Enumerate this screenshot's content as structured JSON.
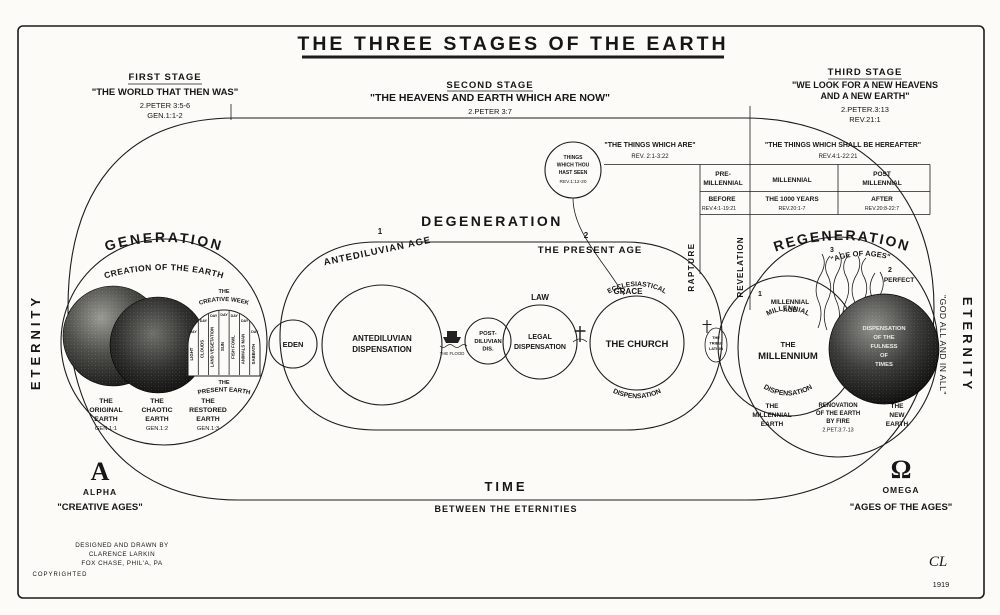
{
  "frame": {
    "title": "THE THREE STAGES OF THE EARTH"
  },
  "stages": {
    "first": {
      "title": "FIRST STAGE",
      "subtitle": "\"THE WORLD THAT THEN WAS\"",
      "ref1": "2.PETER 3:5-6",
      "ref2": "GEN.1:1-2"
    },
    "second": {
      "title": "SECOND STAGE",
      "subtitle": "\"THE HEAVENS AND EARTH WHICH ARE NOW\"",
      "ref1": "2.PETER 3:7"
    },
    "third": {
      "title": "THIRD STAGE",
      "subtitle1": "\"WE LOOK FOR A NEW HEAVENS",
      "subtitle2": "AND A NEW EARTH\"",
      "ref1": "2.PETER.3:13",
      "ref2": "REV.21:1"
    }
  },
  "eternity": {
    "left": "ETERNITY",
    "right": "ETERNITY",
    "god_all": "\"GOD ALL AND IN ALL\""
  },
  "sections": {
    "generation": "GENERATION",
    "degeneration": "DEGENERATION",
    "regeneration": "REGENERATION"
  },
  "creation": {
    "title": "CREATION OF THE EARTH",
    "creative_week_the": "THE",
    "creative_week": "CREATIVE WEEK",
    "days_label": [
      "DAY",
      "DAY",
      "DAY",
      "DAY",
      "DAY",
      "DAY",
      "DAY"
    ],
    "days": [
      "LIGHT",
      "CLOUDS",
      "LAND VEGETATION",
      "SUN",
      "FISH FOWL",
      "ANIMALS MAN",
      "SABBATH"
    ],
    "present_earth_the": "THE",
    "present_earth": "PRESENT EARTH",
    "original": {
      "l1": "THE",
      "l2": "ORIGINAL",
      "l3": "EARTH",
      "ref": "GEN.1:1"
    },
    "chaotic": {
      "l1": "THE",
      "l2": "CHAOTIC",
      "l3": "EARTH",
      "ref": "GEN.1:2"
    },
    "restored": {
      "l1": "THE",
      "l2": "RESTORED",
      "l3": "EARTH",
      "ref": "GEN.1:3"
    }
  },
  "ages": {
    "antediluvian_num": "1",
    "antediluvian": "ANTEDILUVIAN AGE",
    "present_num": "2",
    "present": "THE PRESENT AGE"
  },
  "track": {
    "eden": "EDEN",
    "antediluvian_disp": {
      "l1": "ANTEDILUVIAN",
      "l2": "DISPENSATION"
    },
    "flood": "THE FLOOD",
    "postdiluvian": {
      "l1": "POST-",
      "l2": "DILUVIAN",
      "l3": "DIS."
    },
    "law": "LAW",
    "legal": {
      "l1": "LEGAL",
      "l2": "DISPENSATION"
    },
    "grace": "GRACE",
    "ecclesiastical": "ECCLESIASTICAL",
    "church": "THE CHURCH",
    "dispensation": "DISPENSATION",
    "tribulation": {
      "l1": "THE",
      "l2": "TRIBU-",
      "l3": "LATION"
    },
    "rapture": "RAPTURE",
    "revelation": "REVELATION"
  },
  "panel": {
    "seen": {
      "l1": "THINGS",
      "l2": "WHICH THOU",
      "l3": "HAST SEEN",
      "ref": "REV.1:12-20"
    },
    "are": {
      "label": "\"THE THINGS WHICH ARE\"",
      "ref": "REV. 2:1-3:22"
    },
    "hereafter": {
      "label": "\"THE THINGS WHICH SHALL BE HEREAFTER\"",
      "ref": "REV.4:1-22:21"
    },
    "pre": {
      "l1": "PRE-",
      "l2": "MILLENNIAL",
      "row2": "BEFORE",
      "ref": "REV.4:1-19:21"
    },
    "mill": {
      "l1": "MILLENNIAL",
      "row2": "THE 1000 YEARS",
      "ref": "REV.20:1-7"
    },
    "post": {
      "l1": "POST",
      "l2": "MILLENNIAL",
      "row2": "AFTER",
      "ref": "REV.20:8-22:7"
    }
  },
  "millennium": {
    "num": "1",
    "age_l1": "MILLENNIAL",
    "age_l2": "AGE",
    "arc_top": "MILLENNIAL",
    "center_l1": "THE",
    "center_l2": "MILLENNIUM",
    "arc_bottom": "DISPENSATION",
    "age_of_ages_num": "3",
    "age_of_ages": "\"AGE OF AGES\"",
    "perfect_num": "2",
    "perfect": "PERFECT",
    "fulness": {
      "l1": "DISPENSATION",
      "l2": "OF THE",
      "l3": "FULNESS",
      "l4": "OF",
      "l5": "TIMES"
    },
    "millennial_earth": {
      "l1": "THE",
      "l2": "MILLENNIAL",
      "l3": "EARTH"
    },
    "renovation": {
      "l1": "RENOVATION",
      "l2": "OF THE EARTH",
      "l3": "BY FIRE",
      "ref": "2.PET.3:7-13"
    },
    "new_earth": {
      "l1": "THE",
      "l2": "NEW",
      "l3": "EARTH"
    }
  },
  "bottom": {
    "alpha_symbol": "Α",
    "alpha": "ALPHA",
    "creative_ages": "\"CREATIVE AGES\"",
    "time": "TIME",
    "between": "BETWEEN THE ETERNITIES",
    "omega_symbol": "Ω",
    "omega": "OMEGA",
    "ages_of_ages": "\"AGES OF THE AGES\""
  },
  "credits": {
    "l1": "DESIGNED AND DRAWN BY",
    "l2": "CLARENCE LARKIN",
    "l3": "FOX CHASE, PHIL'A, PA",
    "copyright": "COPYRIGHTED",
    "monogram": "CL",
    "year": "1919"
  }
}
